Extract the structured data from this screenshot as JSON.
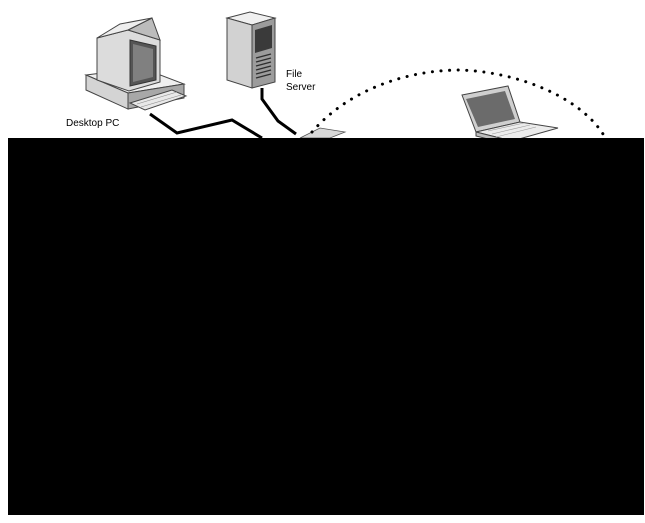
{
  "labels": {
    "desktop_pc": "Desktop PC",
    "file_server_line1": "File",
    "file_server_line2": "Server"
  },
  "icons": {
    "desktop_pc": "desktop-pc-icon",
    "file_server": "file-server-icon",
    "laptop": "laptop-icon"
  },
  "colors": {
    "background": "#ffffff",
    "ink": "#000000",
    "redaction": "#000000",
    "device_light": "#e4e4e4",
    "device_mid": "#b8b8b8",
    "device_dark": "#4a4a4a"
  }
}
